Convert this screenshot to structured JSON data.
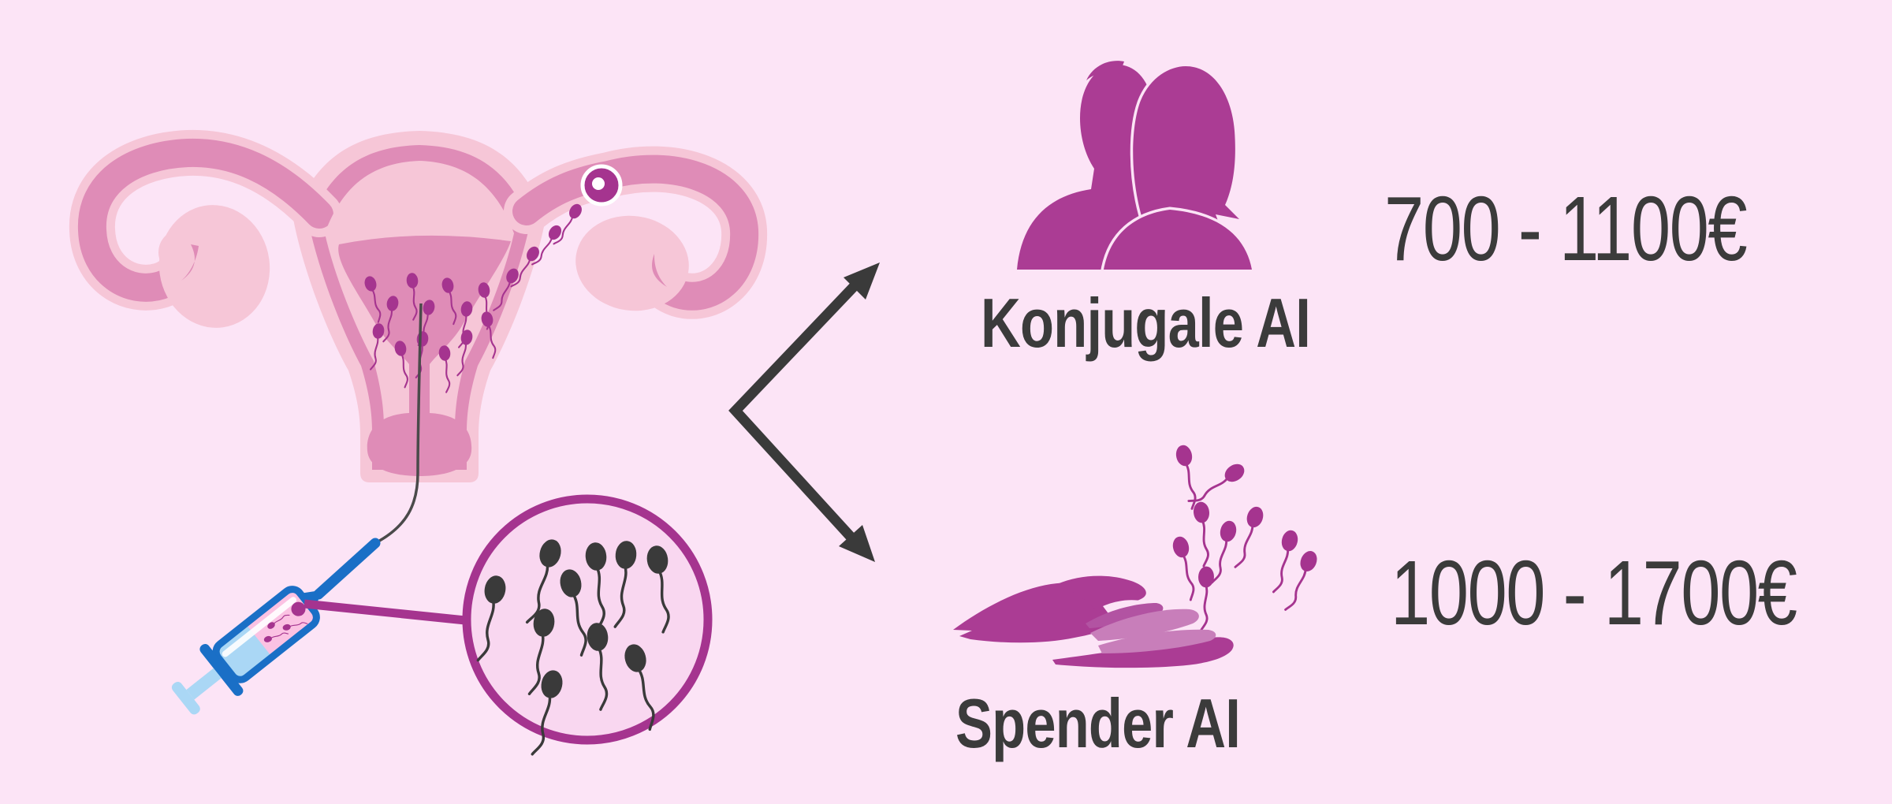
{
  "options": [
    {
      "id": "konjugale",
      "label": "Konjugale AI",
      "price": "700 - 1100€",
      "icon": "couple-icon"
    },
    {
      "id": "spender",
      "label": "Spender AI",
      "price": "1000 - 1700€",
      "icon": "hand-with-sperm-icon"
    }
  ],
  "illustration": {
    "icons": [
      "uterus-icon",
      "egg-cell-icon",
      "catheter-icon",
      "syringe-icon",
      "sperm-magnifier-icon",
      "branch-arrows-icon"
    ]
  },
  "colors": {
    "background": "#fce4f6",
    "magenta": "#ab3c94",
    "accent-magenta": "#a5348f",
    "pink-outer": "#f6c6d7",
    "pink-inner": "#df8cb7",
    "pink-light-fill": "#f9d7f0",
    "finger-light": "#c87eba",
    "finger-mid": "#b253a2",
    "text-dark": "#3b3b3b",
    "blue": "#1a6fc6",
    "blue-light": "#aad7f5",
    "fluid-pink": "#fbc2e3",
    "sperm-dark": "#3a3a3a",
    "arrow": "#3a3a3a"
  }
}
